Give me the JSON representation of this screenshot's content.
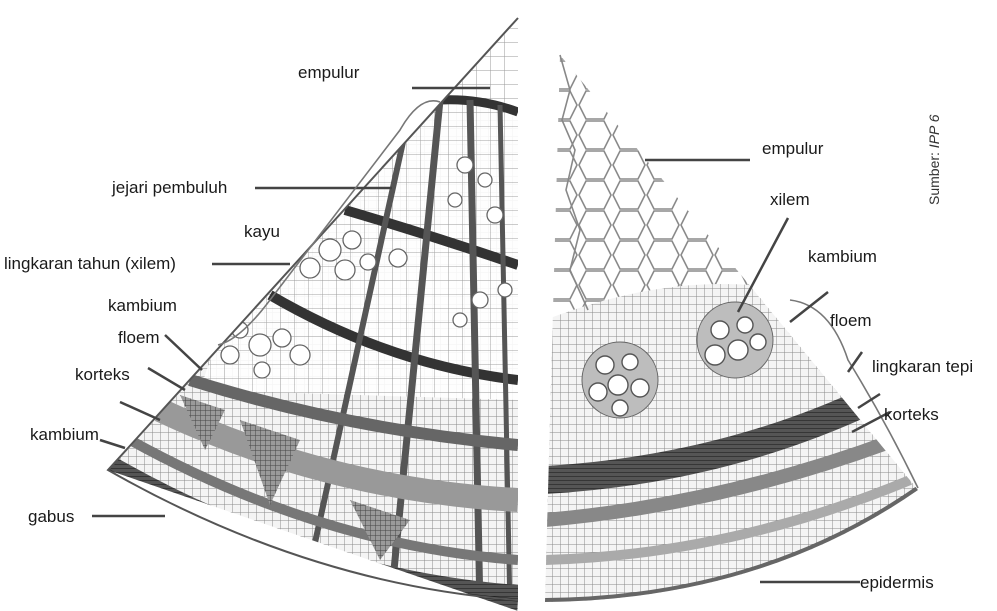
{
  "source_note": {
    "prefix": "Sumber: ",
    "source": "IPP 6"
  },
  "left_section": {
    "labels": {
      "empulur": "empulur",
      "jejari_pembuluh": "jejari pembuluh",
      "kayu": "kayu",
      "lingkaran_tahun": "lingkaran tahun (xilem)",
      "kambium_upper": "kambium",
      "floem": "floem",
      "korteks": "korteks",
      "kambium_lower": "kambium",
      "gabus": "gabus"
    }
  },
  "right_section": {
    "labels": {
      "empulur": "empulur",
      "xilem": "xilem",
      "kambium": "kambium",
      "floem": "floem",
      "lingkaran_tepi": "lingkaran tepi",
      "korteks": "korteks",
      "epidermis": "epidermis"
    }
  },
  "colors": {
    "tissue_dark": "#3a3a3a",
    "tissue_mid": "#8a8a8a",
    "tissue_light": "#c4c4c4",
    "leader_line": "#444444",
    "text": "#1a1a1a"
  }
}
